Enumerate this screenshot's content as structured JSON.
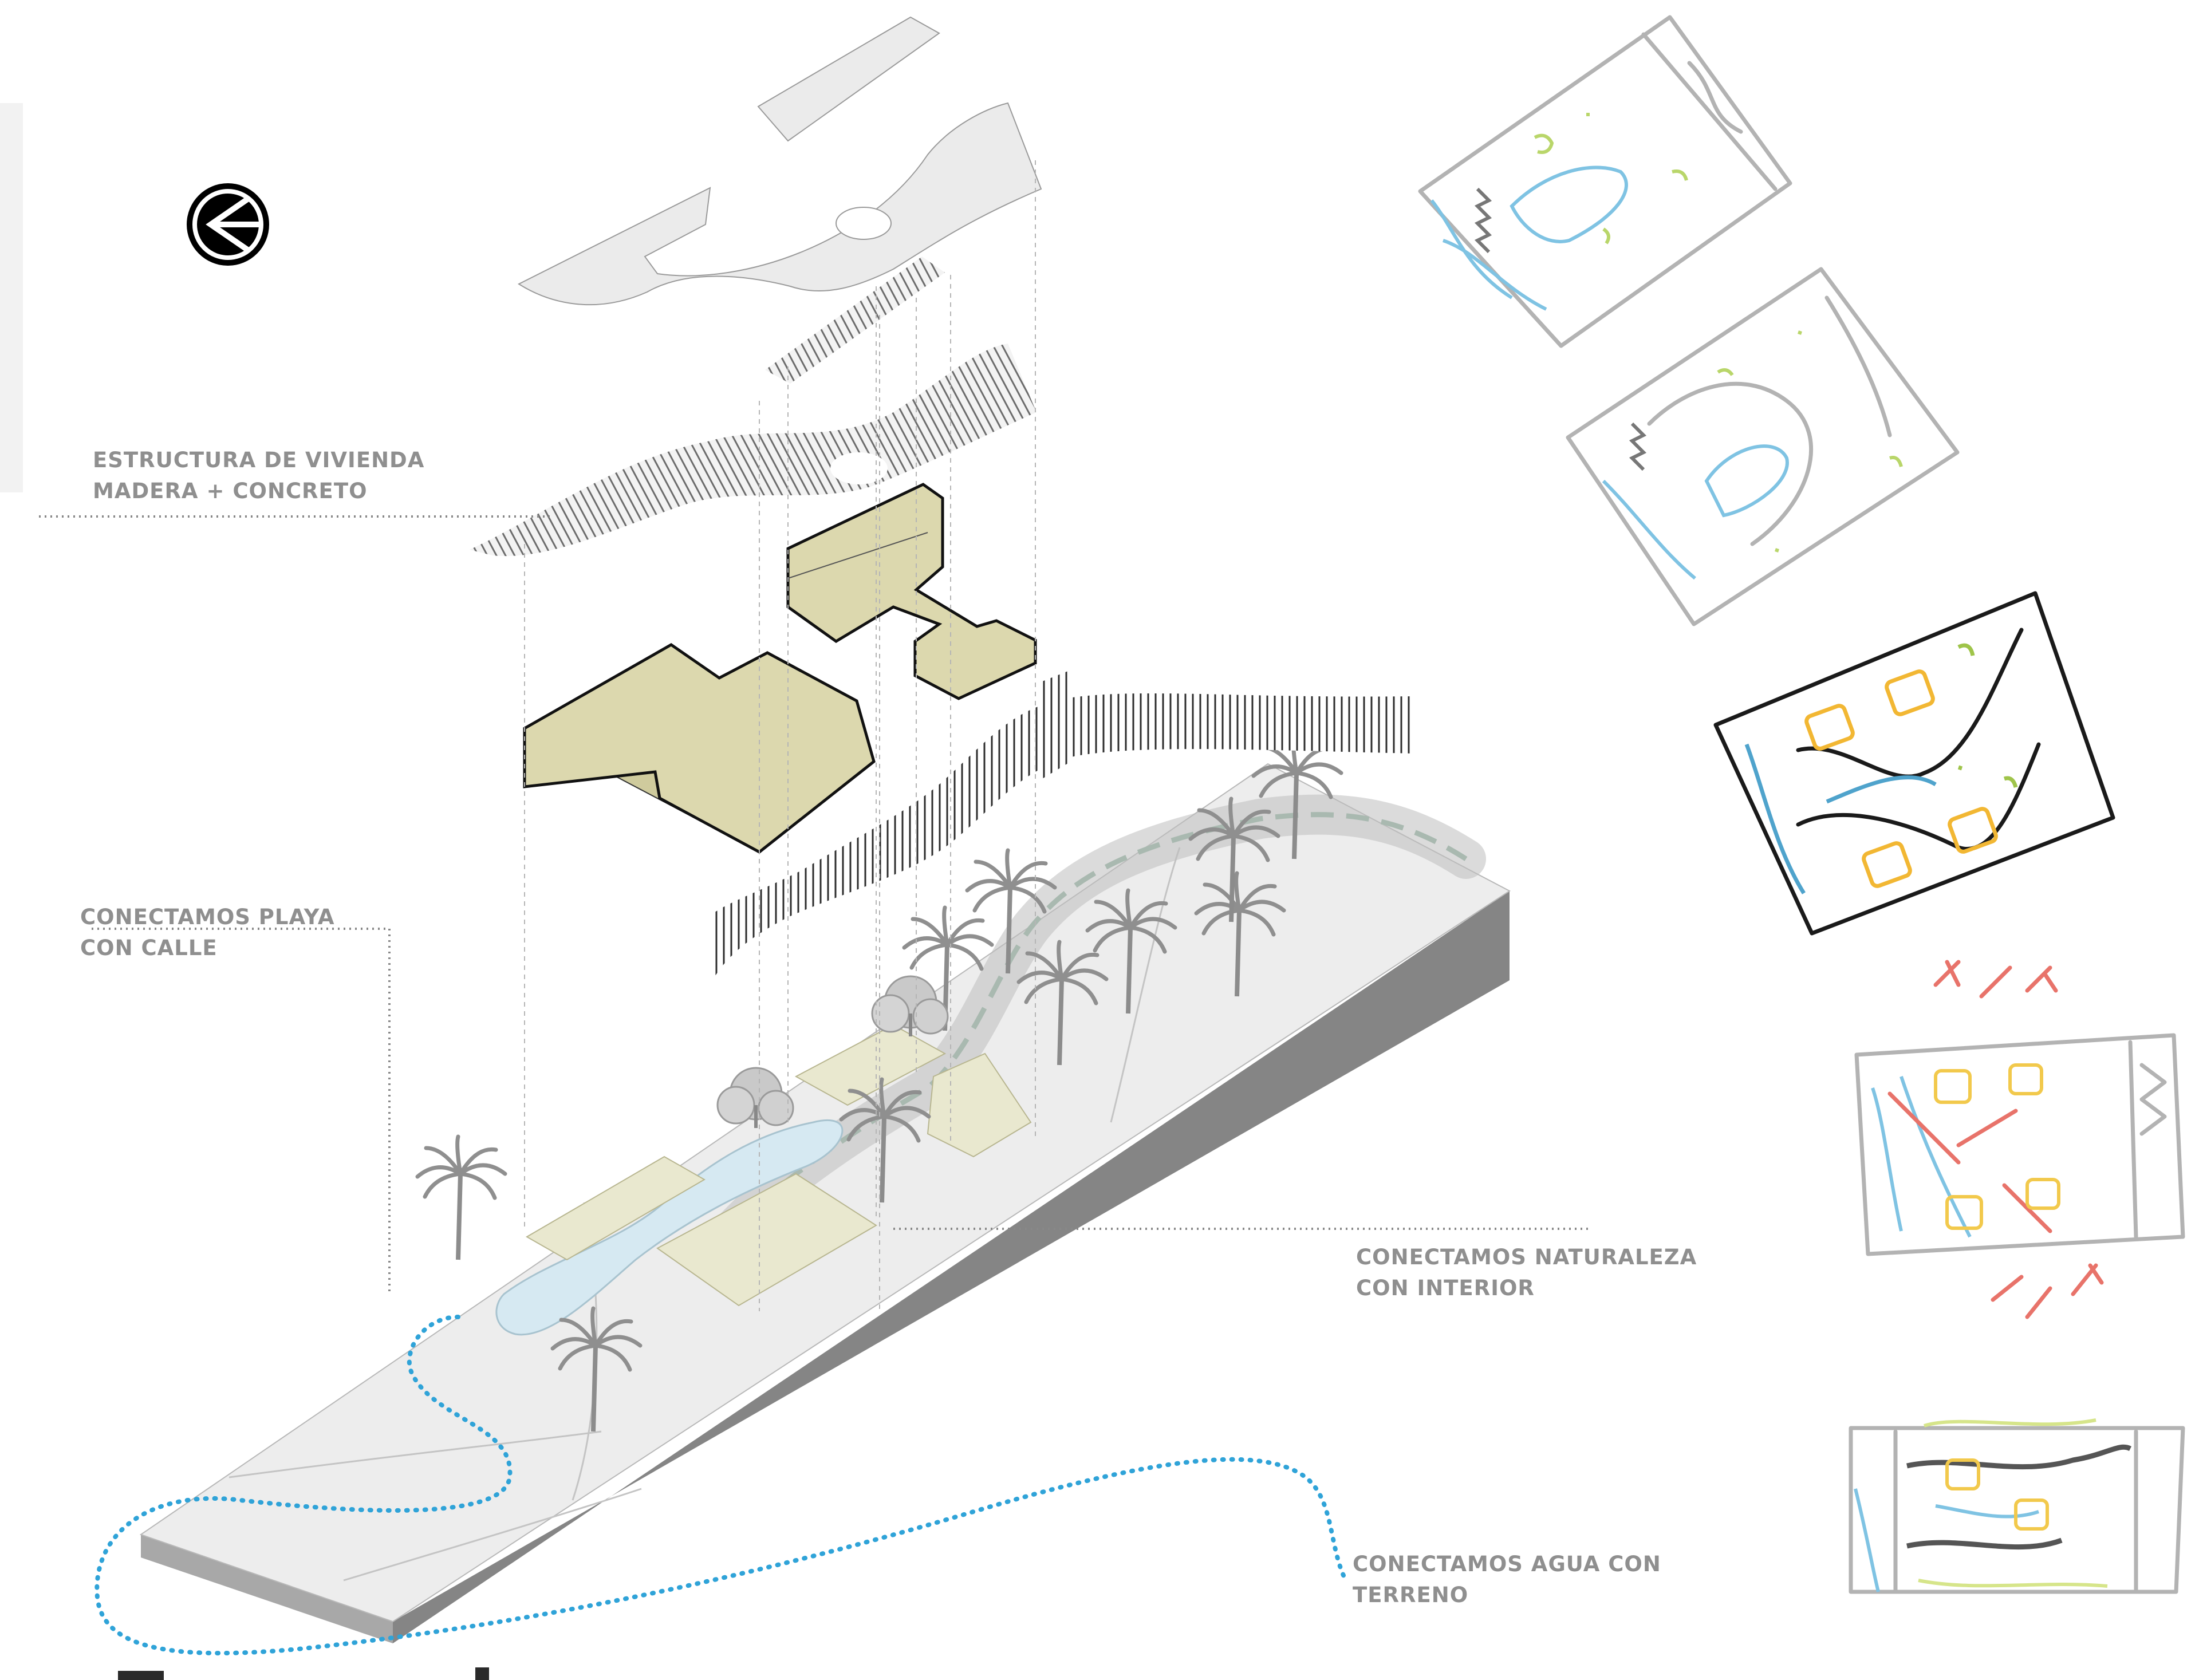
{
  "labels": {
    "structure_line1": "ESTRUCTURA DE VIVIENDA",
    "structure_line2": "MADERA + CONCRETO",
    "beach_line1": "CONECTAMOS PLAYA",
    "beach_line2": "CON CALLE",
    "nature_line1": "CONECTAMOS NATURALEZA",
    "nature_line2": " CON INTERIOR",
    "water_line1": "CONECTAMOS AGUA CON",
    "water_line2": "TERRENO"
  },
  "colors": {
    "label_text": "#8f8f8f",
    "volume_fill": "#dcd8ae",
    "water_blue": "#29a3d6",
    "terrain": "#ededed",
    "terrain_side": "#8a8a8a",
    "sketch_blue": "#7fc3e3",
    "sketch_green": "#b9d66a",
    "sketch_orange": "#f2b733",
    "sketch_red": "#e8736a"
  },
  "icons": {
    "logo": "circle-arrow-logo",
    "palms": "palm-tree-icon",
    "trees": "deciduous-tree-icon"
  }
}
